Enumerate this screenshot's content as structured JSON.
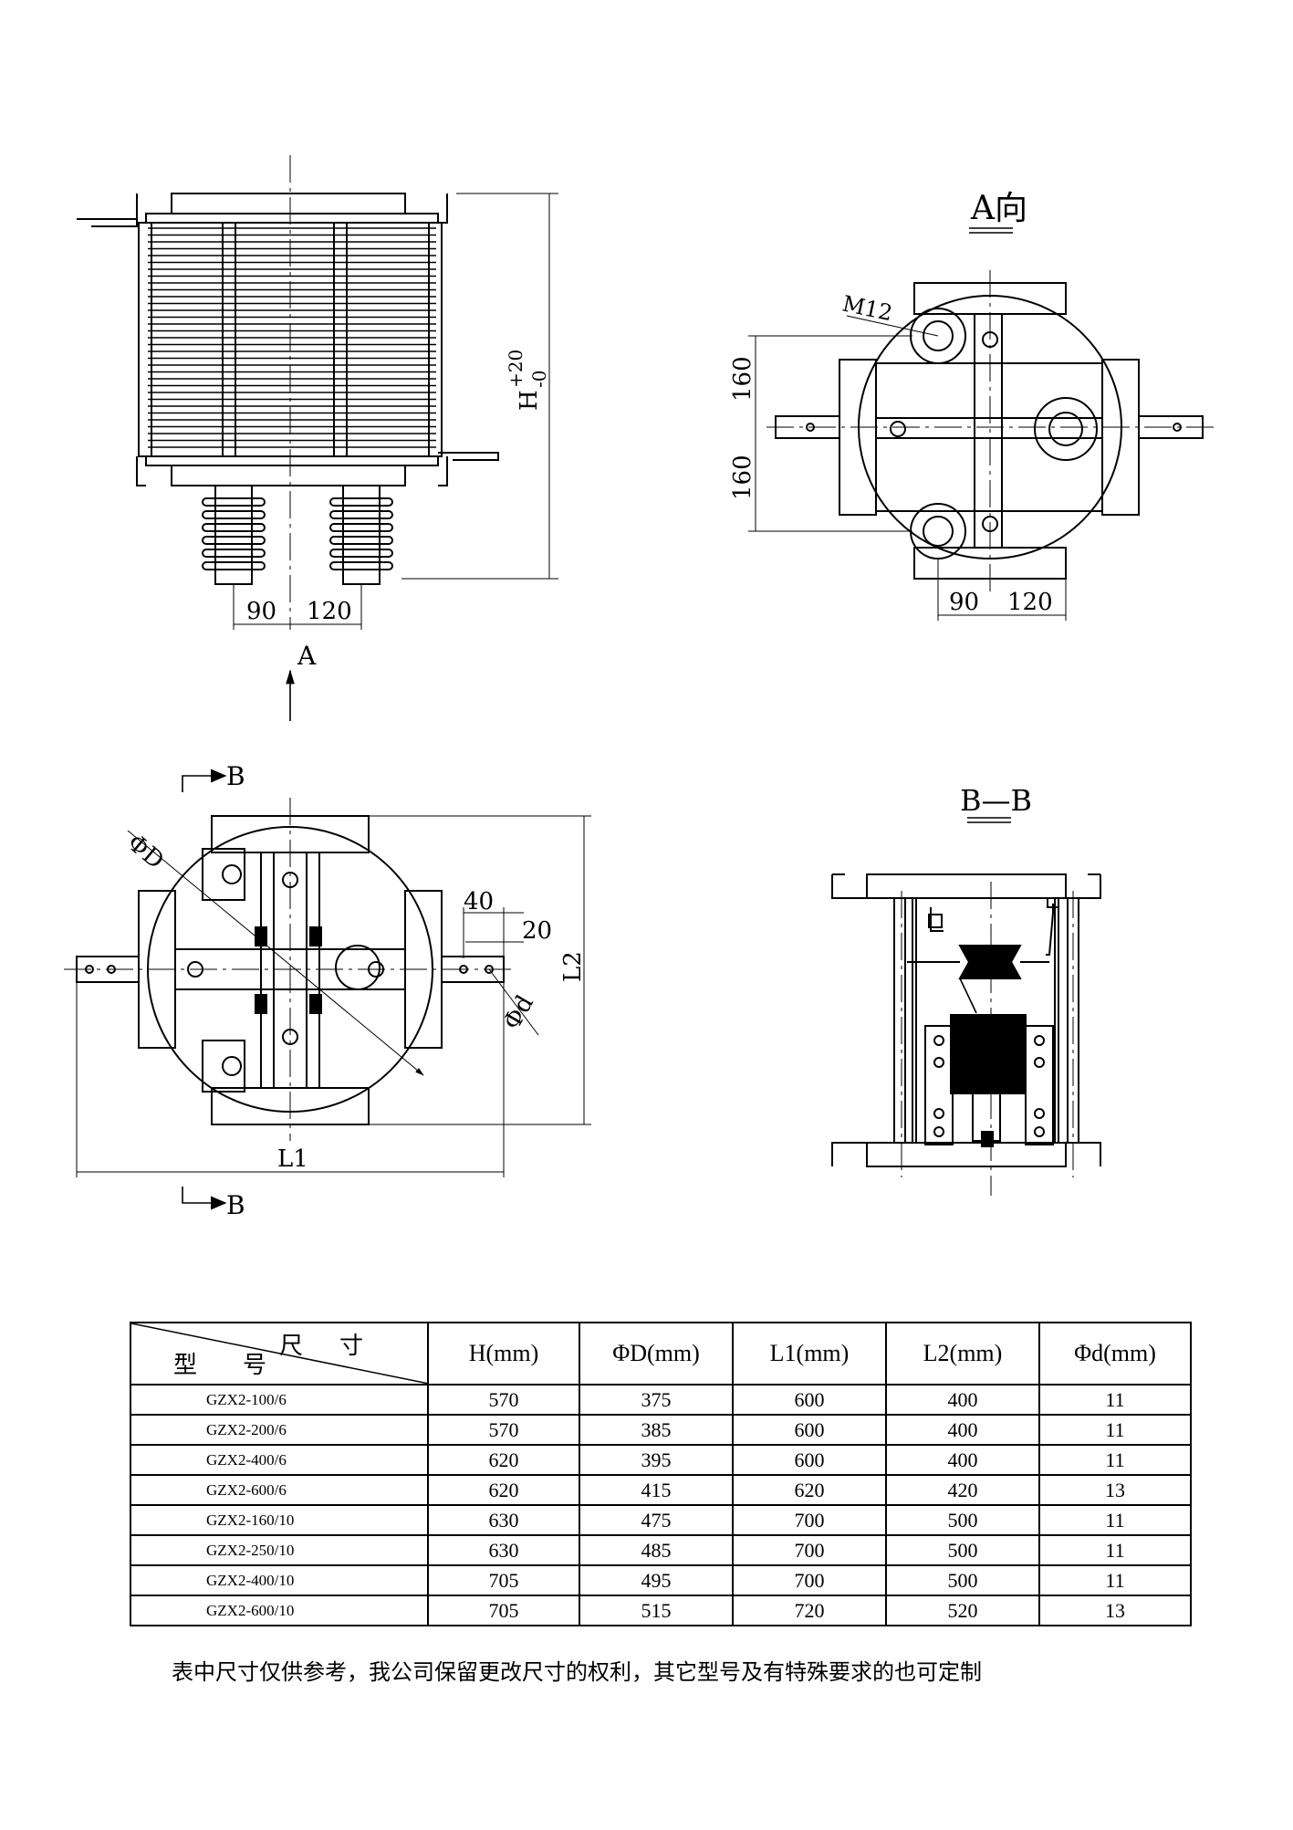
{
  "views": {
    "front": {
      "tolerance_label": "H",
      "tolerance_upper": "+20",
      "tolerance_lower": "-0",
      "dim_left": "90",
      "dim_right": "120",
      "arrow_label": "A"
    },
    "a_view": {
      "title": "A向",
      "thread_label": "M12",
      "dim_upper": "160",
      "dim_lower": "160",
      "dim_left": "90",
      "dim_right": "120"
    },
    "plan": {
      "section_mark_top": "B",
      "section_mark_bottom": "B",
      "diameter_label": "ΦD",
      "hole_label": "Φd",
      "dim_40": "40",
      "dim_20": "20",
      "length_1": "L1",
      "length_2": "L2"
    },
    "section": {
      "title": "B—B"
    }
  },
  "table": {
    "corner_top": "尺寸",
    "corner_bottom": "型号",
    "headers": [
      "H(mm)",
      "ΦD(mm)",
      "L1(mm)",
      "L2(mm)",
      "Φd(mm)"
    ],
    "rows": [
      {
        "model": "GZX2-100/6",
        "values": [
          "570",
          "375",
          "600",
          "400",
          "11"
        ]
      },
      {
        "model": "GZX2-200/6",
        "values": [
          "570",
          "385",
          "600",
          "400",
          "11"
        ]
      },
      {
        "model": "GZX2-400/6",
        "values": [
          "620",
          "395",
          "600",
          "400",
          "11"
        ]
      },
      {
        "model": "GZX2-600/6",
        "values": [
          "620",
          "415",
          "620",
          "420",
          "13"
        ]
      },
      {
        "model": "GZX2-160/10",
        "values": [
          "630",
          "475",
          "700",
          "500",
          "11"
        ]
      },
      {
        "model": "GZX2-250/10",
        "values": [
          "630",
          "485",
          "700",
          "500",
          "11"
        ]
      },
      {
        "model": "GZX2-400/10",
        "values": [
          "705",
          "495",
          "700",
          "500",
          "11"
        ]
      },
      {
        "model": "GZX2-600/10",
        "values": [
          "705",
          "515",
          "720",
          "520",
          "13"
        ]
      }
    ]
  },
  "footnote": "表中尺寸仅供参考，我公司保留更改尺寸的权利，其它型号及有特殊要求的也可定制"
}
